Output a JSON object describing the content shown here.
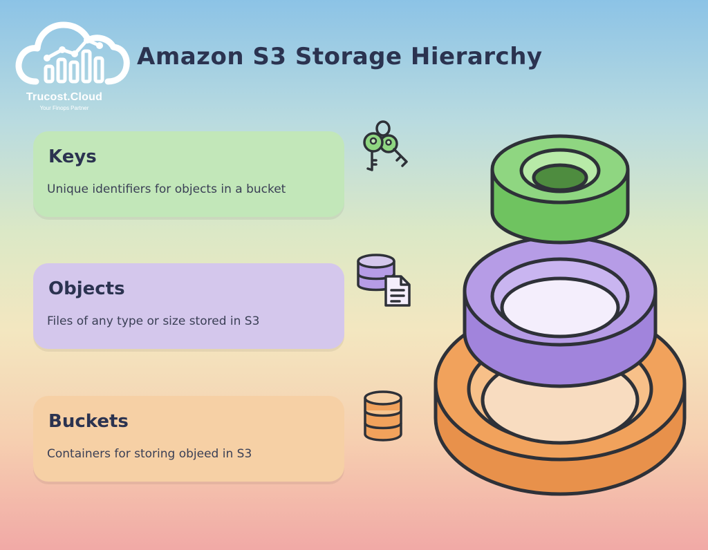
{
  "brand": {
    "name": "Trucost.Cloud",
    "tagline": "Your Finops Partner",
    "logo_icon": "cloud-chart-icon"
  },
  "title": "Amazon S3 Storage Hierarchy",
  "layers": [
    {
      "heading": "Keys",
      "description": "Unique identifiers for objects in a bucket",
      "icon": "keys-icon",
      "color": "#8fd681"
    },
    {
      "heading": "Objects",
      "description": "Files of any type or size stored in S3",
      "icon": "database-file-icon",
      "color": "#b69ce6"
    },
    {
      "heading": "Buckets",
      "description": "Containers for storing objeed in S3",
      "icon": "bucket-stack-icon",
      "color": "#f1a25c"
    }
  ],
  "colors": {
    "text": "#2b3350",
    "outline": "#2e3138",
    "keys_card": "#c2e7b9",
    "objects_card": "#d4c7ec",
    "buckets_card": "#f6d0a5"
  }
}
